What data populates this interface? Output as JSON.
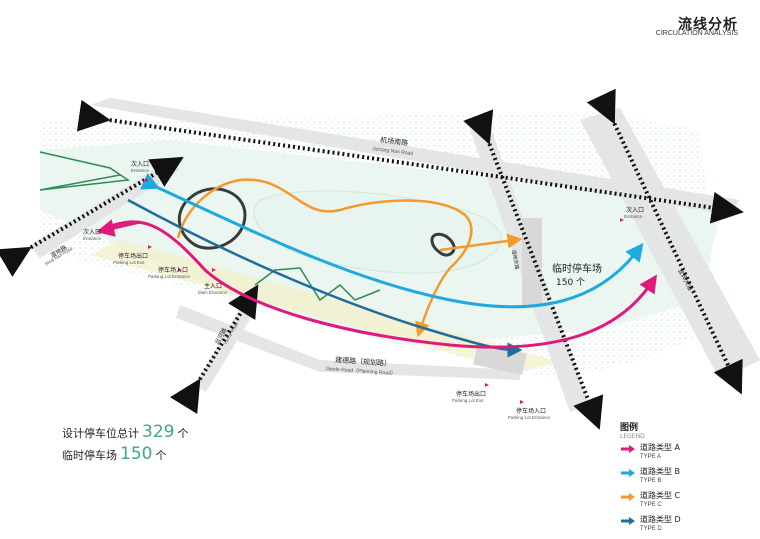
{
  "title": {
    "cn": "流线分析",
    "en": "CIRCULATION ANALYSIS"
  },
  "roads": {
    "north": {
      "cn": "机场南路",
      "en": "Jichang Nan Road"
    },
    "south": {
      "cn": "建德路（规划路）",
      "en": "Jiande Road（Planning Road）"
    },
    "west": {
      "cn": "湿地路",
      "en": "Shidi Nan Road"
    },
    "sw": {
      "cn": "运河路",
      "en": "Yunhe Road"
    },
    "east": {
      "cn": "宜宾大道",
      "en": "Yibin Avenue"
    },
    "mid": {
      "cn": "湿地东路",
      "en": "Shidi East Road"
    }
  },
  "labels": {
    "entrance": {
      "cn": "次入口",
      "en": "Entrance"
    },
    "main_entrance": {
      "cn": "主入口",
      "en": "Main Entrance"
    },
    "parking_entrance": {
      "cn": "停车场入口",
      "en": "Parking Lot Entrance"
    },
    "parking_exit": {
      "cn": "停车场出口",
      "en": "Parking Lot Exit"
    },
    "temp_parking": {
      "cn": "临时停车场",
      "num": "150 个"
    }
  },
  "stats": {
    "total_label": "设计停车位总计",
    "total_value": "329",
    "total_unit": "个",
    "temp_label": "临时停车场",
    "temp_value": "150",
    "temp_unit": "个"
  },
  "legend": {
    "title": "图例",
    "subtitle": "LEGEND",
    "items": [
      {
        "cn": "道路类型 A",
        "en": "TYPE A",
        "color": "#e0197d"
      },
      {
        "cn": "道路类型 B",
        "en": "TYPE B",
        "color": "#1ea9e1"
      },
      {
        "cn": "道路类型 C",
        "en": "TYPE C",
        "color": "#f29a2e"
      },
      {
        "cn": "道路类型 D",
        "en": "TYPE D",
        "color": "#1f6d9e"
      }
    ]
  },
  "colors": {
    "typeA": "#e0197d",
    "typeB": "#1ea9e1",
    "typeC": "#f29a2e",
    "typeD": "#1f6d9e",
    "green_path": "#2e8b57",
    "road": "#e3e5e6",
    "water": "#e7f4f0",
    "accent_num": "#3aa88a"
  }
}
